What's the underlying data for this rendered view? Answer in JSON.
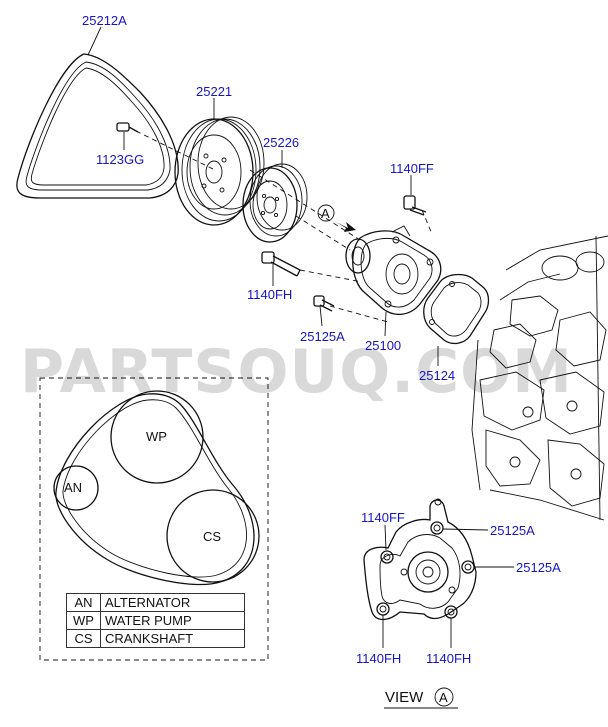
{
  "watermark": "PARTSOUQ.COM",
  "parts": {
    "belt": "25212A",
    "pulley_wp": "25221",
    "pulley_small": "25226",
    "bolt_1123gg": "1123GG",
    "bolt_1140ff_top": "1140FF",
    "bolt_1140fh_left": "1140FH",
    "bolt_25125a_left": "25125A",
    "water_pump": "25100",
    "gasket": "25124"
  },
  "view_marker": "A",
  "belt_routing": {
    "pulleys": [
      "WP",
      "AN",
      "CS"
    ],
    "legend": [
      {
        "code": "AN",
        "name": "ALTERNATOR"
      },
      {
        "code": "WP",
        "name": "WATER PUMP"
      },
      {
        "code": "CS",
        "name": "CRANKSHAFT"
      }
    ]
  },
  "view_a": {
    "title": "VIEW",
    "marker": "A",
    "callouts": {
      "top_left": "1140FF",
      "top_right": "25125A",
      "right": "25125A",
      "bottom_left": "1140FH",
      "bottom_right": "1140FH"
    }
  },
  "colors": {
    "label": "#1515c8",
    "line": "#111111",
    "watermark": "#d9d9d9"
  }
}
